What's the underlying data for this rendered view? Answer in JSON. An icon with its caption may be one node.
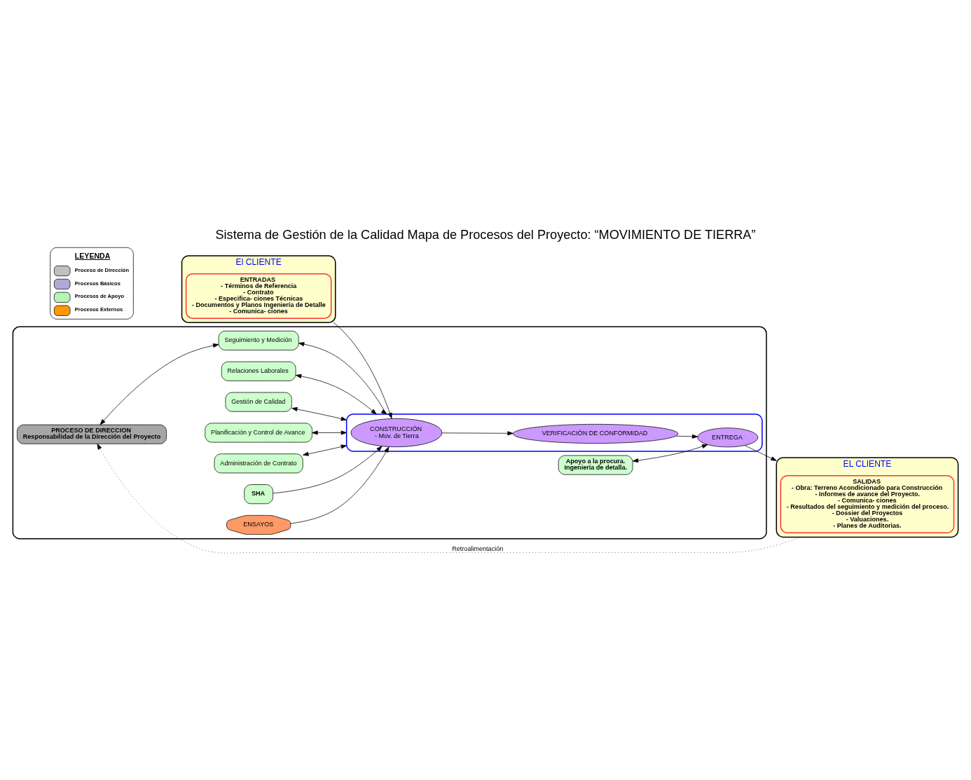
{
  "diagram": {
    "title": "Sistema de Gestión de la Calidad Mapa de Procesos del Proyecto: “MOVIMIENTO DE TIERRA”",
    "nodes": [
      {
        "text": [
          "El CLIENTE"
        ]
      },
      {
        "text": [
          "ENTRADAS",
          "- Términos de Referencia",
          "- Contrato",
          "- Especifica- ciones Técnicas",
          "- Documentos y Planos Ingeniería de Detalle",
          "- Comunica- ciones"
        ],
        "in": 0
      },
      {
        "text": [
          "EL CLIENTE"
        ]
      },
      {
        "text": [
          "SALIDAS",
          "- Obra: Terreno Acondicionado para Construcción",
          "- Informes de avance del Proyecto.",
          "- Comunica- ciones",
          "- Resultados del seguimiento y medición del proceso.",
          "- Dossier del Proyectos",
          "- Valuaciones.",
          "- Planes de Auditorias."
        ],
        "in": 2
      },
      {
        "text": [],
        "shape": "box"
      },
      {
        "text": [
          "PROCESO DE DIRECCION",
          "Responsabilidad de la Dirección del Proyecto"
        ],
        "in": 4
      },
      {
        "text": [
          "Seguimiento y Medición"
        ],
        "in": 4
      },
      {
        "text": [
          "Relaciones Laborales"
        ],
        "in": 4
      },
      {
        "text": [
          "Gestión de Calidad"
        ],
        "in": 4
      },
      {
        "text": [
          "Planificación y Control de Avance"
        ],
        "in": 4
      },
      {
        "text": [
          "Administración de Contrato"
        ],
        "in": 4
      },
      {
        "text": [],
        "shape": "box",
        "in": 4
      },
      {
        "text": [
          "CONSTRUCCIÓN",
          "- Mov. de Tierra"
        ],
        "in": 11
      },
      {
        "text": [
          "VERIFICACIÓN DE CONFORMIDAD"
        ],
        "in": 11
      },
      {
        "text": [
          "ENTREGA"
        ],
        "in": 11
      },
      {
        "text": [
          "SHA"
        ],
        "in": 4
      },
      {
        "text": [
          "ENSAYOS"
        ],
        "in": 4
      },
      {
        "text": [
          "Apoyo a la procura.",
          "Ingeniería de detalla."
        ],
        "in": 4
      }
    ],
    "edges": [
      {
        "from": 0,
        "to": 12,
        "arrow": "to"
      },
      {
        "from": 12,
        "to": 13,
        "arrow": "to"
      },
      {
        "from": 13,
        "to": 14,
        "arrow": "to"
      },
      {
        "from": 14,
        "to": 2,
        "arrow": "to"
      },
      {
        "from": 2,
        "to": 5,
        "arrow": "to",
        "label": "Retroalimentación",
        "style": "dashed"
      },
      {
        "from": 5,
        "to": 6,
        "arrow": "both"
      },
      {
        "from": 6,
        "to": 11,
        "arrow": "both"
      },
      {
        "from": 7,
        "to": 11,
        "arrow": "both"
      },
      {
        "from": 8,
        "to": 11,
        "arrow": "both"
      },
      {
        "from": 9,
        "to": 11,
        "arrow": "both"
      },
      {
        "from": 10,
        "to": 11,
        "arrow": "both"
      },
      {
        "from": 15,
        "to": 12,
        "arrow": "to"
      },
      {
        "from": 16,
        "to": 12,
        "arrow": "to"
      },
      {
        "from": 17,
        "to": 14,
        "arrow": "both"
      }
    ],
    "labels": [
      "LEYENDA"
    ],
    "legend": [
      {
        "text": "Proceso de Dirección",
        "color": "#c0c0c0"
      },
      {
        "text": "Procesos Básicos",
        "color": "#b4a7d6"
      },
      {
        "text": "Procesos de Apoyo",
        "color": "#b3f5b3"
      },
      {
        "text": "Procesos Externos",
        "color": "#ff9900"
      }
    ]
  }
}
